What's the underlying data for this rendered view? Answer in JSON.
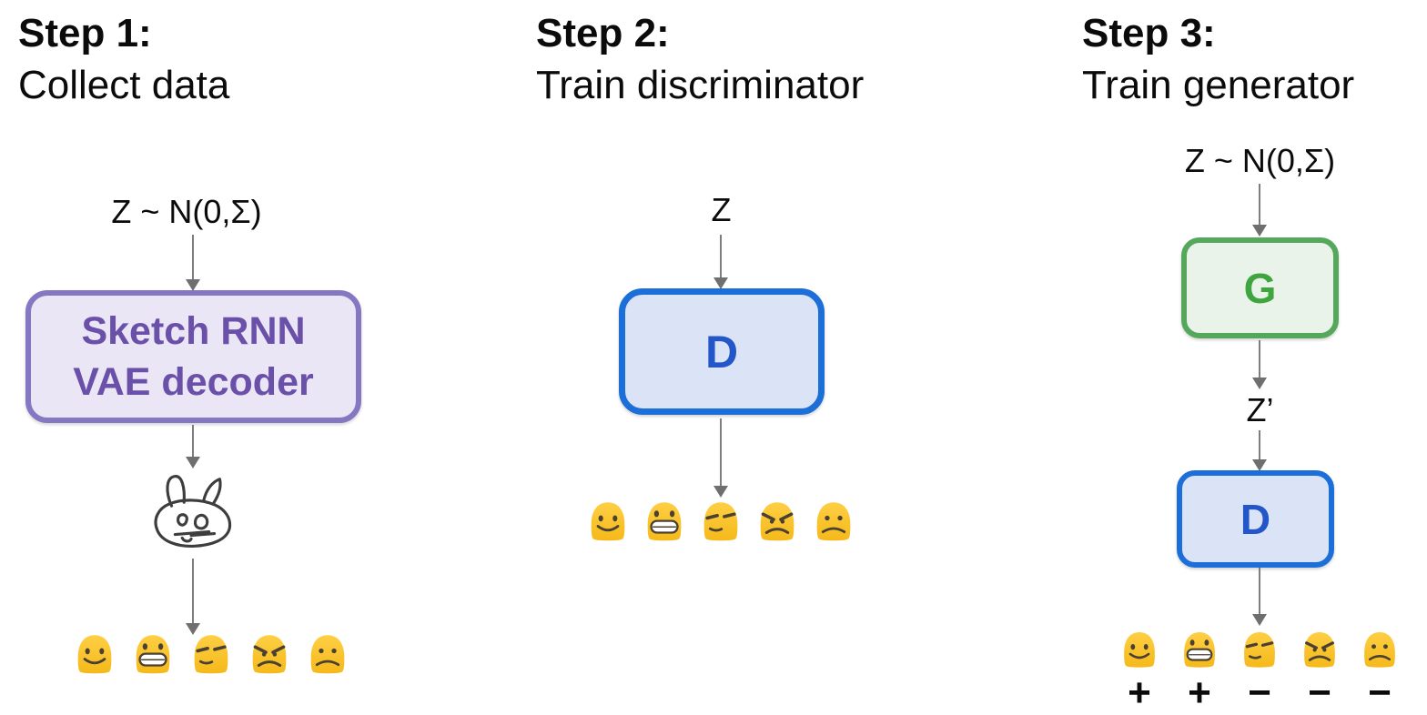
{
  "step1": {
    "title": "Step 1:",
    "subtitle": "Collect data",
    "latent_label": "Z ~ N(0,Σ)",
    "box_line1": "Sketch RNN",
    "box_line2": "VAE decoder",
    "sketch_icon": "cat-sketch",
    "emojis": [
      "smile",
      "grin",
      "unamused",
      "angry",
      "sad"
    ]
  },
  "step2": {
    "title": "Step 2:",
    "subtitle": "Train discriminator",
    "latent_label": "Z",
    "discriminator_label": "D",
    "emojis": [
      "smile",
      "grin",
      "unamused",
      "angry",
      "sad"
    ]
  },
  "step3": {
    "title": "Step 3:",
    "subtitle": "Train generator",
    "latent_label": "Z ~ N(0,Σ)",
    "generator_label": "G",
    "generated_label": "Z’",
    "discriminator_label": "D",
    "emojis": [
      "smile",
      "grin",
      "unamused",
      "angry",
      "sad"
    ],
    "emoji_signs": [
      "+",
      "+",
      "−",
      "−",
      "−"
    ]
  },
  "icons": {
    "cat_sketch": "cat-sketch-icon",
    "down_arrow": "down-arrow-icon",
    "emoji_variants": [
      "smile-emoji-icon",
      "grin-emoji-icon",
      "unamused-emoji-icon",
      "angry-emoji-icon",
      "sad-emoji-icon"
    ]
  },
  "colors": {
    "purple_border": "#8577C2",
    "purple_fill": "#EAE6F6",
    "purple_text": "#6A50A8",
    "blue_border": "#1C6FD8",
    "blue_fill": "#DAE4F6",
    "blue_text": "#2356C9",
    "green_border": "#55A85B",
    "green_fill": "#EAF3EA",
    "green_text": "#3FA53F",
    "arrow_gray": "#7D7D7D",
    "emoji_yellow_top": "#FECF44",
    "emoji_yellow_bottom": "#F5B91A",
    "emoji_feature": "#4A4132"
  }
}
